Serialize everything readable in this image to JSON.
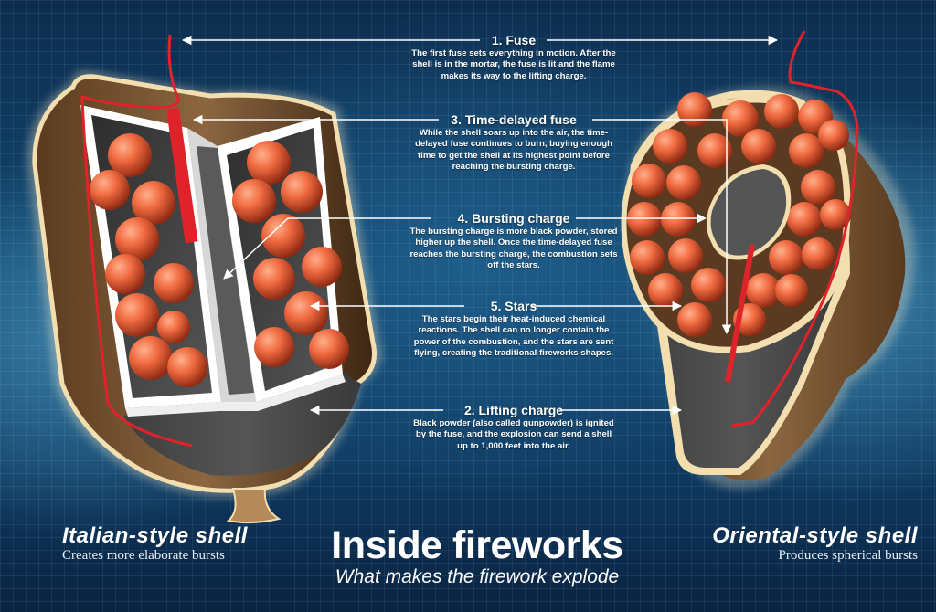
{
  "title": {
    "main": "Inside fireworks",
    "subtitle": "What makes the firework explode"
  },
  "shells": {
    "left": {
      "name": "Italian-style shell",
      "description": "Creates more elaborate bursts"
    },
    "right": {
      "name": "Oriental-style shell",
      "description": "Produces spherical bursts"
    }
  },
  "callouts": [
    {
      "heading": "1. Fuse",
      "body": "The first fuse sets everything in motion. After the shell is in the mortar, the fuse is lit and the flame makes its way to the lifting charge."
    },
    {
      "heading": "3. Time-delayed fuse",
      "body": "While the shell soars up into the air, the time-delayed fuse continues to burn, buying enough time to get the shell at its highest point before reaching the bursting charge."
    },
    {
      "heading": "4. Bursting charge",
      "body": "The bursting charge is more black powder, stored higher up the shell. Once the time-delayed fuse reaches the bursting charge, the combustion sets off the stars."
    },
    {
      "heading": "5. Stars",
      "body": "The stars begin their heat-induced chemical reactions. The shell can no longer contain the power of the combustion, and the stars are sent flying, creating the traditional fireworks shapes."
    },
    {
      "heading": "2. Lifting charge",
      "body": "Black powder (also called gunpowder) is ignited by the fuse, and the explosion can send a shell up to 1,000 feet into the air."
    }
  ],
  "colors": {
    "background": "#134a72",
    "shell_casing": "#7a5634",
    "shell_rim": "#f3deb0",
    "fuse": "#e0222b",
    "stars": "#f06a40",
    "powder": "#4a4a4a",
    "text": "#ffffff"
  }
}
